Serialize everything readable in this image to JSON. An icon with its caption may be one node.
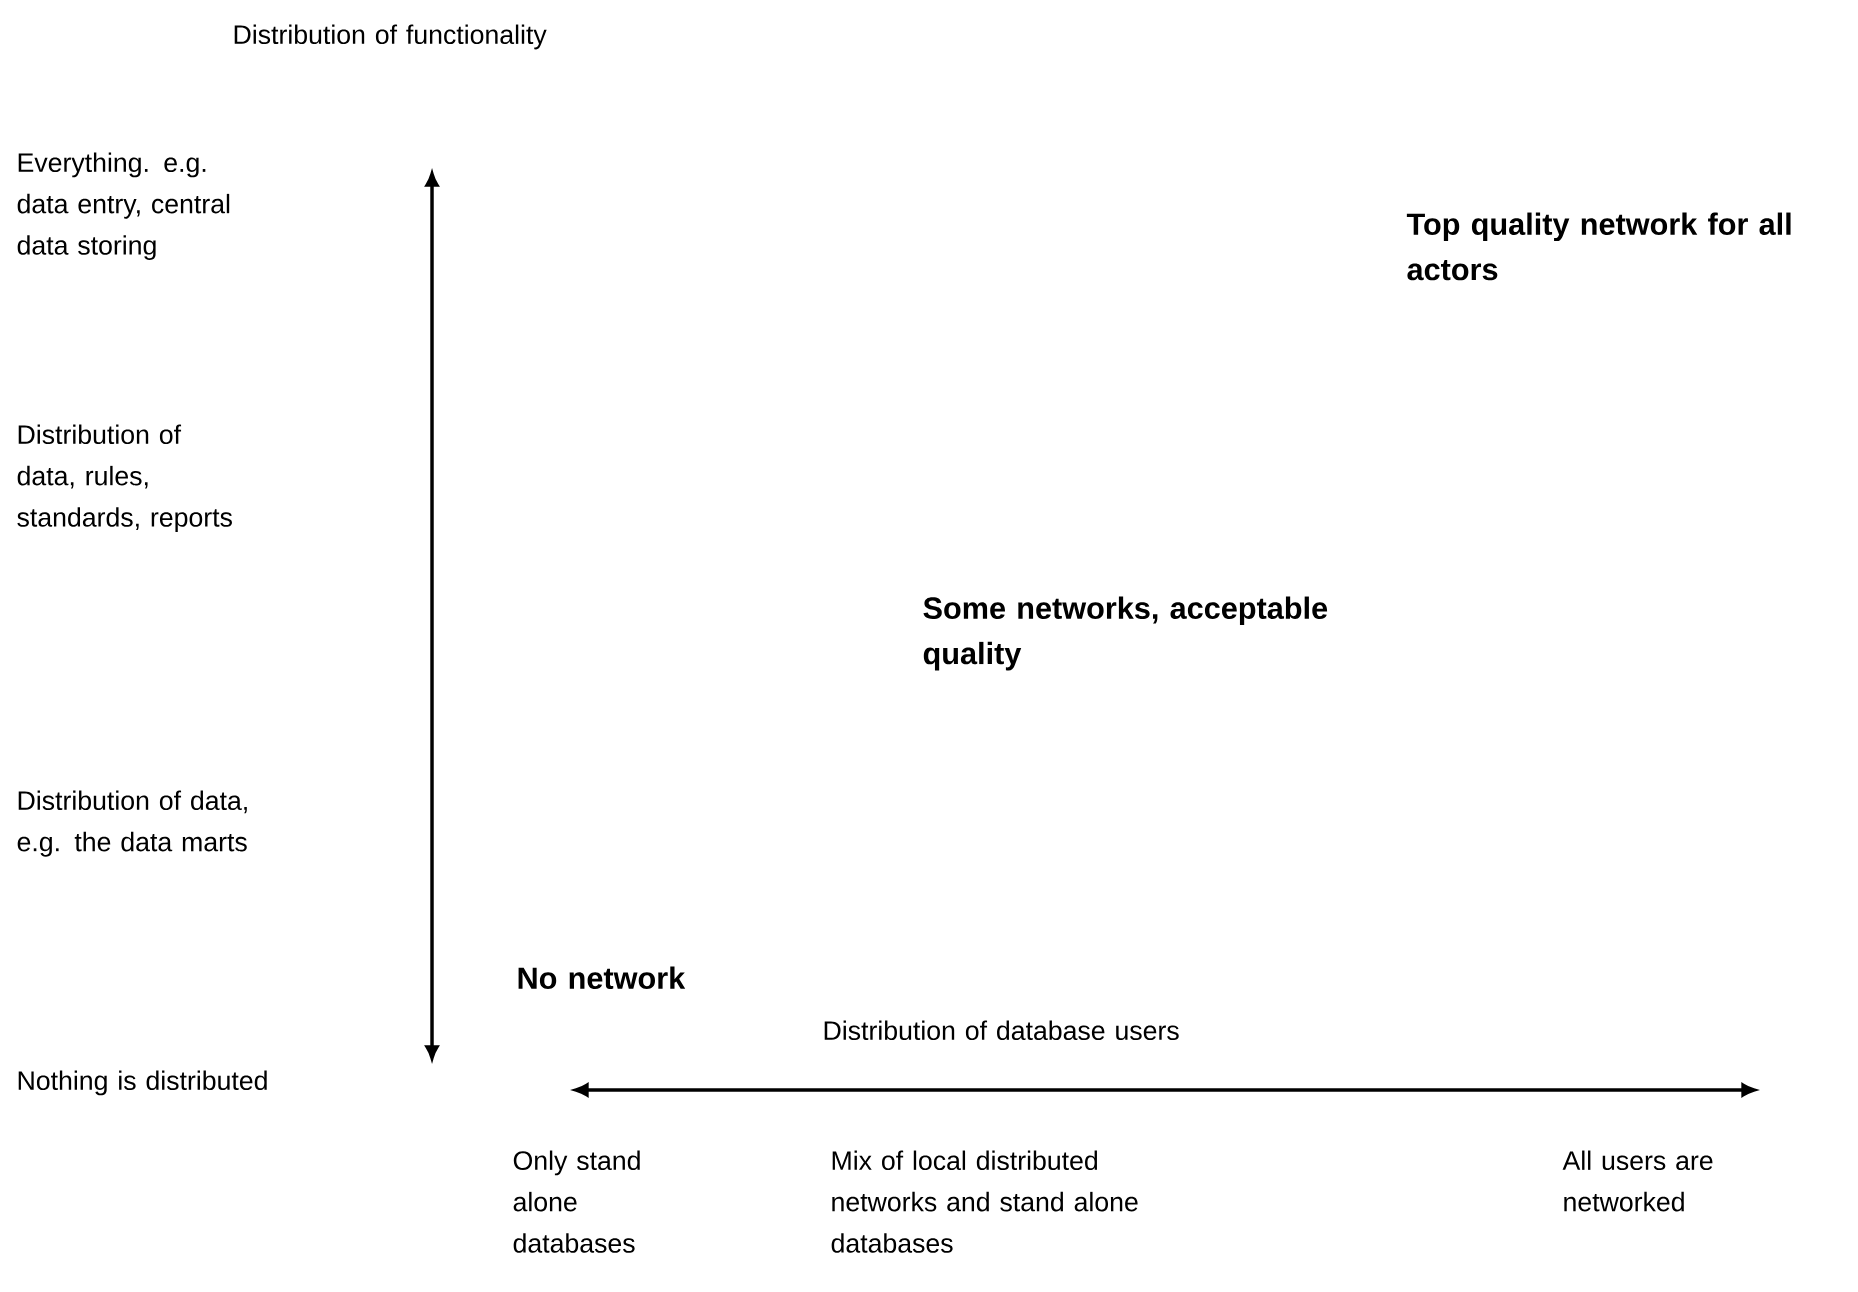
{
  "diagram": {
    "labels": [
      "Distribution of functionality",
      "Everything. e.g. data entry, central data storing",
      "Top quality network for all actors",
      "Distribution of data, rules, standards, reports",
      "Some networks, acceptable quality",
      "Distribution of data, e.g. the data marts",
      "No network",
      "Distribution of database users",
      "Nothing is distributed",
      "Only stand alone databases",
      "Mix of local distributed networks and stand alone databases",
      "All users are networked"
    ]
  }
}
